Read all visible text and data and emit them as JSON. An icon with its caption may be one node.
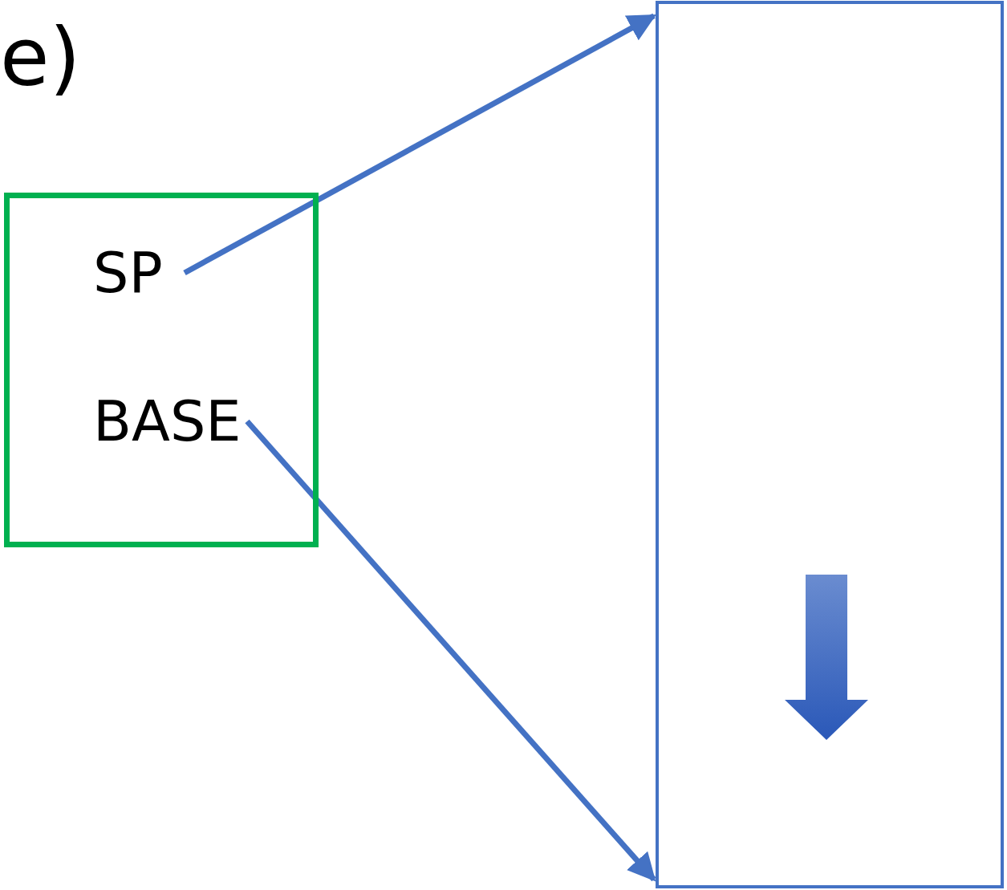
{
  "diagram": {
    "nodes": [
      {
        "text": [],
        "shape": "box"
      },
      {
        "text": [
          "SP"
        ],
        "in": 0
      },
      {
        "text": [
          "BASE"
        ],
        "in": 0
      },
      {
        "text": [],
        "shape": "box"
      }
    ],
    "edges": [
      {
        "from": 1,
        "to": 3,
        "arrow": "to"
      },
      {
        "from": 2,
        "to": 3,
        "arrow": "to"
      }
    ],
    "labels": [
      "e)"
    ]
  }
}
